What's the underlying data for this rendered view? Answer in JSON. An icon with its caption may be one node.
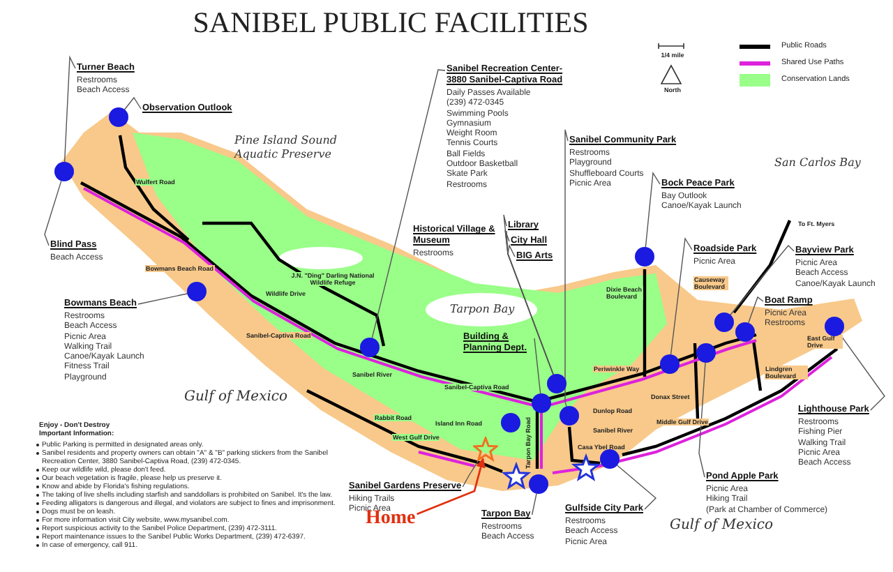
{
  "diagram": {
    "title": "SANIBEL PUBLIC FACILITIES",
    "nodes": [
      {
        "text": [
          "Turner Beach",
          "Restrooms",
          "Beach Access"
        ]
      },
      {
        "text": [
          "Observation Outlook"
        ]
      },
      {
        "text": [
          "Blind Pass",
          "Beach Access"
        ]
      },
      {
        "text": [
          "Bowmans Beach",
          "Restrooms",
          "Beach Access",
          "Picnic Area",
          "Walking Trail",
          "Canoe/Kayak Launch",
          "Fitness Trail",
          "Playground"
        ]
      },
      {
        "text": [
          "Sanibel Recreation Center- 3880 Sanibel-Captiva Road",
          "Daily Passes Available",
          "(239) 472-0345",
          "Swimming Pools",
          "Gymnasium",
          "Weight Room",
          "Tennis Courts",
          "Ball Fields",
          "Outdoor Basketball",
          "Skate Park",
          "Restrooms"
        ]
      },
      {
        "text": [
          "Historical Village & Museum",
          "Restrooms"
        ]
      },
      {
        "text": [
          "Library"
        ]
      },
      {
        "text": [
          "City Hall"
        ]
      },
      {
        "text": [
          "BIG Arts"
        ]
      },
      {
        "text": [
          "Sanibel Community Park",
          "Restrooms",
          "Playground",
          "Shuffleboard Courts",
          "Picnic Area"
        ]
      },
      {
        "text": [
          "Bock Peace Park",
          "Bay Outlook",
          "Canoe/Kayak Launch"
        ]
      },
      {
        "text": [
          "Roadside Park",
          "Picnic Area"
        ]
      },
      {
        "text": [
          "Bayview Park",
          "Picnic Area",
          "Beach Access",
          "Canoe/Kayak Launch"
        ]
      },
      {
        "text": [
          "Boat Ramp",
          "Picnic Area",
          "Restrooms"
        ]
      },
      {
        "text": [
          "Building & Planning Dept."
        ]
      },
      {
        "text": [
          "Lighthouse Park",
          "Restrooms",
          "Fishing Pier",
          "Walking Trail",
          "Picnic Area",
          "Beach Access"
        ]
      },
      {
        "text": [
          "Pond Apple Park",
          "Picnic Area",
          "Hiking Trail",
          "(Park at Chamber of Commerce)"
        ]
      },
      {
        "text": [
          "Sanibel Gardens Preserve",
          "Hiking Trails",
          "Picnic Area"
        ]
      },
      {
        "text": [
          "Home"
        ]
      },
      {
        "text": [
          "Tarpon Bay",
          "Restrooms",
          "Beach Access"
        ]
      },
      {
        "text": [
          "Gulfside City Park",
          "Restrooms",
          "Beach Access",
          "Picnic Area"
        ]
      },
      {
        "text": [],
        "shape": "circle"
      },
      {
        "text": [],
        "shape": "circle"
      },
      {
        "text": [],
        "shape": "circle"
      },
      {
        "text": [],
        "shape": "circle"
      },
      {
        "text": [],
        "shape": "circle"
      },
      {
        "text": [],
        "shape": "circle"
      },
      {
        "text": [],
        "shape": "circle"
      },
      {
        "text": [],
        "shape": "circle"
      },
      {
        "text": [],
        "shape": "circle"
      },
      {
        "text": [],
        "shape": "circle"
      },
      {
        "text": [],
        "shape": "circle"
      },
      {
        "text": [],
        "shape": "circle"
      },
      {
        "text": [],
        "shape": "circle"
      },
      {
        "text": [],
        "shape": "circle"
      },
      {
        "text": [],
        "shape": "circle"
      },
      {
        "text": [],
        "shape": "circle"
      },
      {
        "text": [],
        "shape": "star"
      }
    ],
    "edges": [
      {
        "from": 0,
        "to": 22,
        "arrow": "none"
      },
      {
        "from": 1,
        "to": 21,
        "arrow": "none"
      },
      {
        "from": 2,
        "to": 22,
        "arrow": "none"
      },
      {
        "from": 3,
        "to": 23,
        "arrow": "none"
      },
      {
        "from": 4,
        "to": 24,
        "arrow": "none"
      },
      {
        "from": 5,
        "to": 26,
        "arrow": "none"
      },
      {
        "from": 6,
        "to": 26,
        "arrow": "none"
      },
      {
        "from": 7,
        "to": 26,
        "arrow": "none"
      },
      {
        "from": 8,
        "to": 26,
        "arrow": "none"
      },
      {
        "from": 9,
        "to": 28,
        "arrow": "none"
      },
      {
        "from": 10,
        "to": 29,
        "arrow": "none"
      },
      {
        "from": 11,
        "to": 30,
        "arrow": "none"
      },
      {
        "from": 12,
        "to": 32,
        "arrow": "none"
      },
      {
        "from": 13,
        "to": 33,
        "arrow": "none"
      },
      {
        "from": 14,
        "to": 27,
        "arrow": "none"
      },
      {
        "from": 15,
        "to": 34,
        "arrow": "none"
      },
      {
        "from": 16,
        "to": 31,
        "arrow": "none"
      },
      {
        "from": 17,
        "to": 37,
        "arrow": "none"
      },
      {
        "from": 18,
        "to": 37,
        "arrow": "to",
        "color": "#e03010"
      },
      {
        "from": 19,
        "to": 35,
        "arrow": "none"
      },
      {
        "from": 20,
        "to": 36,
        "arrow": "none"
      }
    ],
    "labels": [
      "1/4 mile",
      "North",
      "Pine Island Sound Aquatic Preserve",
      "San Carlos Bay",
      "Wulfert Road",
      "Bowmans Beach Road",
      "J.N. \"Ding\" Darling National Wildlife Refuge",
      "Wildlife Drive",
      "To Ft. Myers",
      "Dixie Beach Boulevard",
      "Causeway Boulevard",
      "Tarpon Bay",
      "Sanibel-Captiva Road",
      "Sanibel-Captiva Road",
      "Sanibel River",
      "Dunlop Road",
      "Periwinkle Way",
      "Donax Street",
      "Lindgren Boulevard",
      "East Gulf Drive",
      "Sanibel River",
      "Rabbit Road",
      "Island Inn Road",
      "West Gulf Drive",
      "Tarpon Bay Road",
      "Casa Ybel Road",
      "Middle Gulf Drive",
      "Gulf of Mexico",
      "Enjoy - Don't Destroy",
      "Important Information:",
      "Public Parking is permitted in designated areas only.",
      "Sanibel residents and property owners can obtain \"A\" & \"B\" parking stickers from the Sanibel Recreation Center, 3880 Sanibel-Captiva Road, (239) 472-0345.",
      "Keep our wildlife wild, please don't feed.",
      "Our beach vegetation is fragile, please help us preserve it.",
      "Know and abide by Florida's fishing regulations.",
      "The taking of live shells including starfish and sanddollars is prohibited on Sanibel.  It's the law.",
      "Feeding alligators is dangerous and illegal, and violators are subject to fines and imprisonment.",
      "Dogs must be on leash.",
      "For more information visit City website, www.mysanibel.com.",
      "Report suspicious activity to the Sanibel Police Department, (239) 472-3111.",
      "Report maintenance issues to the Sanibel Public Works Department, (239) 472-6397.",
      "In case of emergency, call 911.",
      "Gulf of Mexico"
    ],
    "legend": [
      {
        "text": "Public Roads"
      },
      {
        "text": "Shared Use Paths"
      },
      {
        "text": "Conservation Lands",
        "color": "#99ff88"
      }
    ]
  }
}
